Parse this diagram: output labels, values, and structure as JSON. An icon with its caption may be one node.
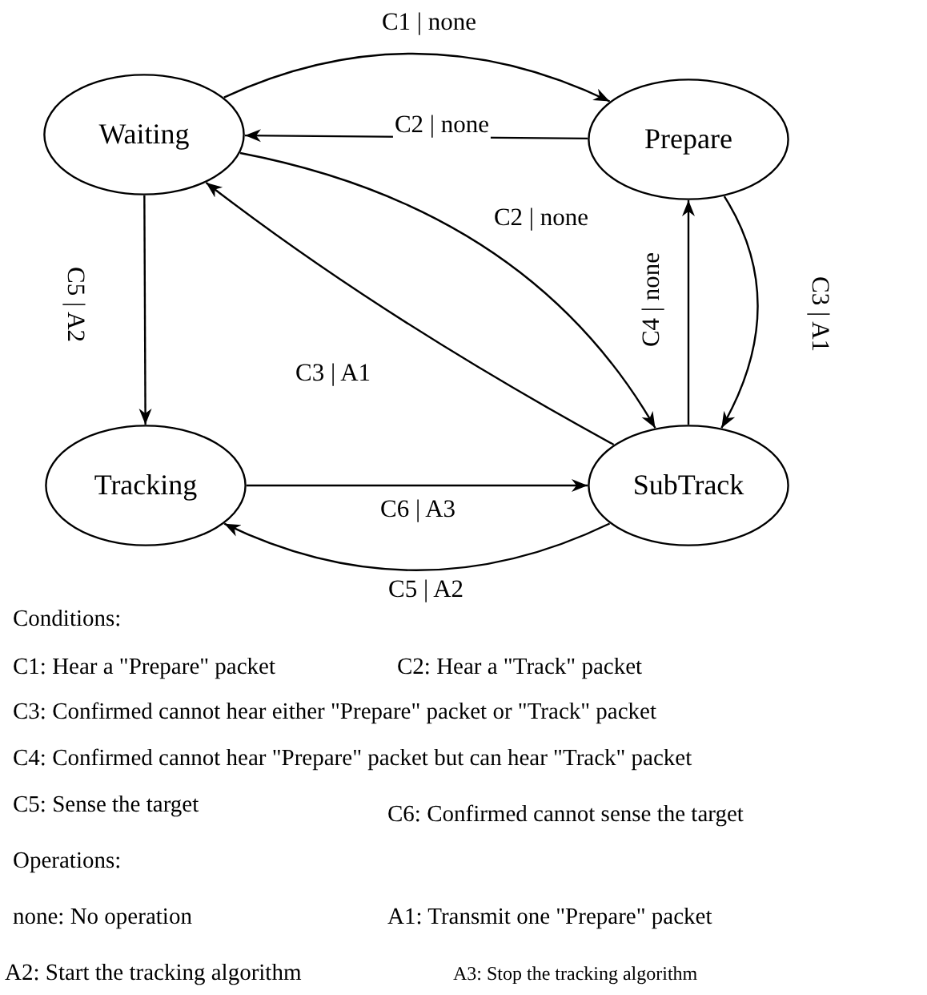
{
  "diagram": {
    "nodes": [
      {
        "text": [
          "Waiting"
        ]
      },
      {
        "text": [
          "Prepare"
        ]
      },
      {
        "text": [
          "Tracking"
        ]
      },
      {
        "text": [
          "SubTrack"
        ]
      }
    ],
    "edges": [
      {
        "from": 0,
        "to": 1,
        "arrow": "to",
        "label": "C1 | none"
      },
      {
        "from": 1,
        "to": 0,
        "arrow": "to",
        "label": "C2 | none"
      },
      {
        "from": 0,
        "to": 3,
        "arrow": "to",
        "label": "C2 | none"
      },
      {
        "from": 3,
        "to": 0,
        "arrow": "to",
        "label": "C3 | A1"
      },
      {
        "from": 0,
        "to": 2,
        "arrow": "to",
        "label": "C5 | A2"
      },
      {
        "from": 3,
        "to": 1,
        "arrow": "to",
        "label": "C4 | none"
      },
      {
        "from": 1,
        "to": 3,
        "arrow": "to",
        "label": "C3 | A1"
      },
      {
        "from": 2,
        "to": 3,
        "arrow": "to",
        "label": "C6 | A3"
      },
      {
        "from": 3,
        "to": 2,
        "arrow": "to",
        "label": "C5 | A2"
      }
    ],
    "labels": [
      "Conditions:",
      "C1: Hear a \"Prepare\" packet",
      "C2: Hear a \"Track\" packet",
      "C3: Confirmed cannot hear either \"Prepare\" packet or \"Track\" packet",
      "C4: Confirmed cannot hear \"Prepare\" packet but can hear \"Track\" packet",
      "C5: Sense the target",
      "C6: Confirmed cannot sense the target",
      "Operations:",
      "none: No operation",
      "A1: Transmit one \"Prepare\" packet",
      "A2: Start the tracking algorithm",
      "A3: Stop the tracking algorithm"
    ]
  }
}
